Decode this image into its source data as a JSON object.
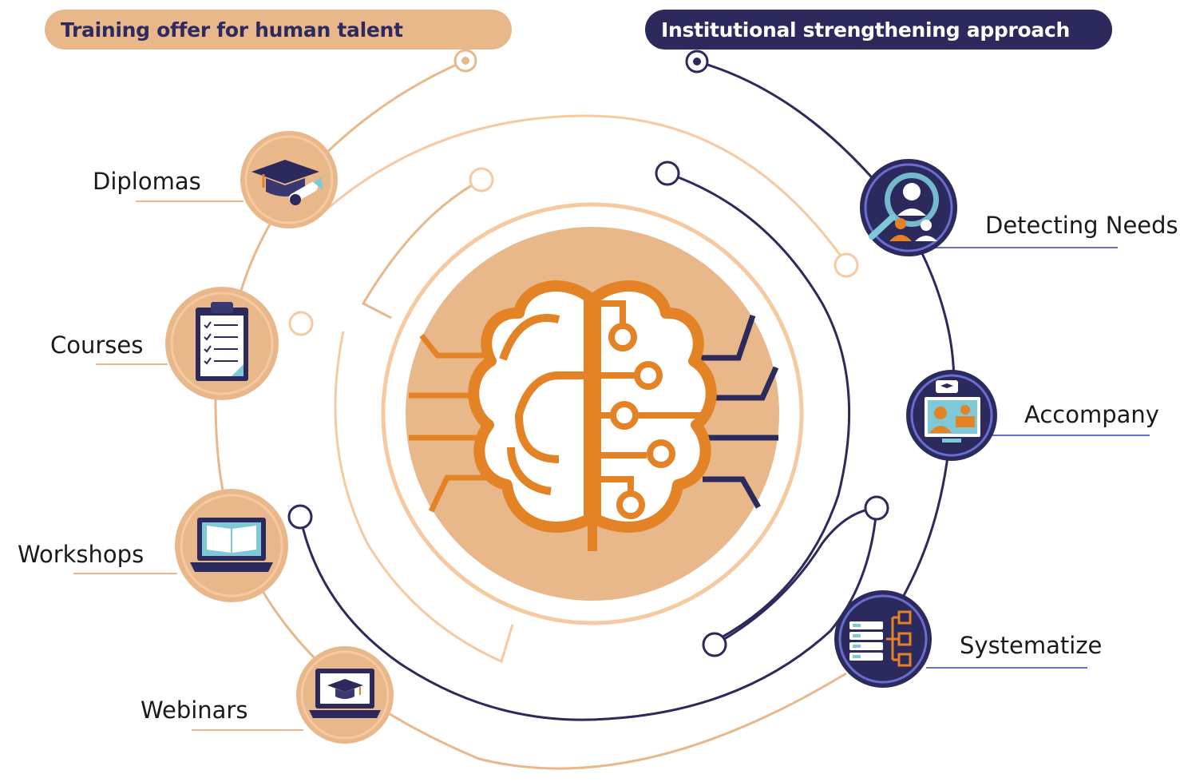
{
  "header": {
    "left_title": "Training offer for human talent",
    "right_title": "Institutional strengthening approach"
  },
  "training_items": [
    {
      "label": "Diplomas",
      "icon": "graduation-cap-diploma-icon"
    },
    {
      "label": "Courses",
      "icon": "clipboard-checklist-icon"
    },
    {
      "label": "Workshops",
      "icon": "laptop-book-icon"
    },
    {
      "label": "Webinars",
      "icon": "laptop-graduation-cap-icon"
    }
  ],
  "institutional_items": [
    {
      "label": "Detecting Needs",
      "icon": "magnifier-people-icon"
    },
    {
      "label": "Accompany",
      "icon": "video-call-icon"
    },
    {
      "label": "Systematize",
      "icon": "database-hierarchy-icon"
    }
  ],
  "center": {
    "icon": "brain-circuit-icon"
  },
  "colors": {
    "orange": "#e8b88a",
    "orange_light": "#f7c9a0",
    "orange_dark": "#e38325",
    "navy": "#2c2a5c",
    "navy_badge": "#2c2a5c",
    "blue_underline": "#6b6cd0"
  }
}
